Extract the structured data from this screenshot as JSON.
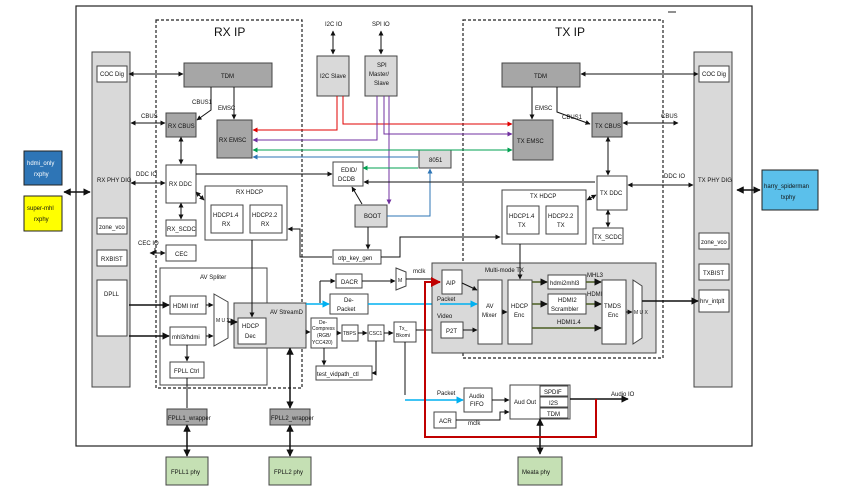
{
  "title_rx": "RX IP",
  "title_tx": "TX IP",
  "ext_io": {
    "i2c": "I2C IO",
    "spi": "SPI IO"
  },
  "left_phy": {
    "hdmi": [
      "hdmi_only",
      "rxphy"
    ],
    "mhl": [
      "super-mhl",
      "rxphy"
    ]
  },
  "right_phy": [
    "harry_spiderman",
    "txphy"
  ],
  "rx_phy_dig": {
    "title": "RX PHY DIG",
    "coc": "COC Dig",
    "zone": "zone_vco",
    "bist": "RXBIST",
    "dpll": "DPLL"
  },
  "tx_phy_dig": {
    "title": "TX PHY DIG",
    "coc": "COC Dig",
    "zone": "zone_vco",
    "bist": "TXBIST",
    "intplt": "hrv_intplt"
  },
  "rx": {
    "tdm": "TDM",
    "cbus1": "CBUS1",
    "cbus": "CBUS",
    "emsc_lbl": "EMSC",
    "cbus_blk": "RX CBUS",
    "emsc_blk": "RX EMSC",
    "ddc_io": "DDC IO",
    "ddc": "RX DDC",
    "hdcp_title": "RX HDCP",
    "hdcp14": [
      "HDCP1.4",
      "RX"
    ],
    "hdcp22": [
      "HDCP2.2",
      "RX"
    ],
    "scdc": "RX_SCDC",
    "cec_io": "CEC IO",
    "cec": "CEC"
  },
  "center": {
    "i2c_slave": "I2C Slave",
    "spi": [
      "SPI",
      "Master/",
      "Slave"
    ],
    "edid": [
      "EDID/",
      "DCDB"
    ],
    "mcu": "8051",
    "boot": "BOOT",
    "otp": "otp_key_gen"
  },
  "tx": {
    "tdm": "TDM",
    "emsc_lbl": "EMSC",
    "cbus1": "CBUS1",
    "cbus": "CBUS",
    "cbus_blk": "TX CBUS",
    "emsc_blk": "TX EMSC",
    "ddc": "TX DDC",
    "ddc_io": "DDC IO",
    "hdcp_title": "TX HDCP",
    "hdcp14": [
      "HDCP1.4",
      "TX"
    ],
    "hdcp22": [
      "HDCP2.2",
      "TX"
    ],
    "scdc": "TX_SCDC"
  },
  "av_splitter": {
    "title": "AV Spliter",
    "hdmi_intf": "HDMI Intf",
    "mhl": "mhl3/hdmi",
    "mux": "M U X",
    "fpll": "FPLL Ctrl",
    "hdcp_dec": [
      "HDCP",
      "Dec"
    ]
  },
  "stream": {
    "av_stream": "AV StreamD",
    "dacr": "DACR",
    "depacket": [
      "De-",
      "Packet"
    ],
    "decompress": [
      "De-",
      "Compress",
      "(RGB/",
      "YCC420)"
    ],
    "tbps": "TBPS",
    "csc": "CSC1",
    "tx_bridge": [
      "Tx_",
      "Bkomi"
    ],
    "vidpath": "test_vidpath_ctl",
    "mux_m": "M",
    "mclk": "mclk"
  },
  "multimode": {
    "title": "Multi-mode TX",
    "aip": "AIP",
    "packet": "Packet",
    "video": "Video",
    "p2t": "P2T",
    "av_mixer": [
      "AV",
      "Mixer"
    ],
    "hdcp_enc": [
      "HDCP",
      "Enc"
    ],
    "hdmi_mhl3": "hdmi2mhl3",
    "mhl3_lbl": "MHL3",
    "scrambler": [
      "HDMI2",
      "Scrambler"
    ],
    "hdmi2_lbl": "HDMI2",
    "hdmi14_lbl": "HDMI1.4",
    "tmds": [
      "TMDS",
      "Enc"
    ],
    "mux": "M U X"
  },
  "audio": {
    "packet": "Packet",
    "fifo": [
      "Audio",
      "FIFO"
    ],
    "acr": "ACR",
    "mclk": "mclk",
    "aud_out": "Aud Out",
    "spdif": "SPDIF",
    "i2s": "I2S",
    "tdm": "TDM",
    "io": "Audio IO"
  },
  "bottom": {
    "fpll1_wrap": "FPLL1_wrapper",
    "fpll2_wrap": "FPLL2_wrapper",
    "fpll1_phy": "FPLL1 phy",
    "fpll2_phy": "FPLL2 phy",
    "meata_phy": "Meata phy"
  },
  "colors": {
    "gray_block": "#a6a6a6",
    "light_block": "#d9d9d9",
    "hdmi_rx": "#2e75b6",
    "mhl_rx": "#ffff00",
    "tx_phy": "#5bc0eb",
    "phy_green": "#c5e0b4",
    "red_line": "#e00000",
    "purple_line": "#7030a0",
    "green_line": "#00a050",
    "blue_line": "#2e75b6",
    "cyan_line": "#00b0f0",
    "dark_red_line": "#c00000"
  }
}
